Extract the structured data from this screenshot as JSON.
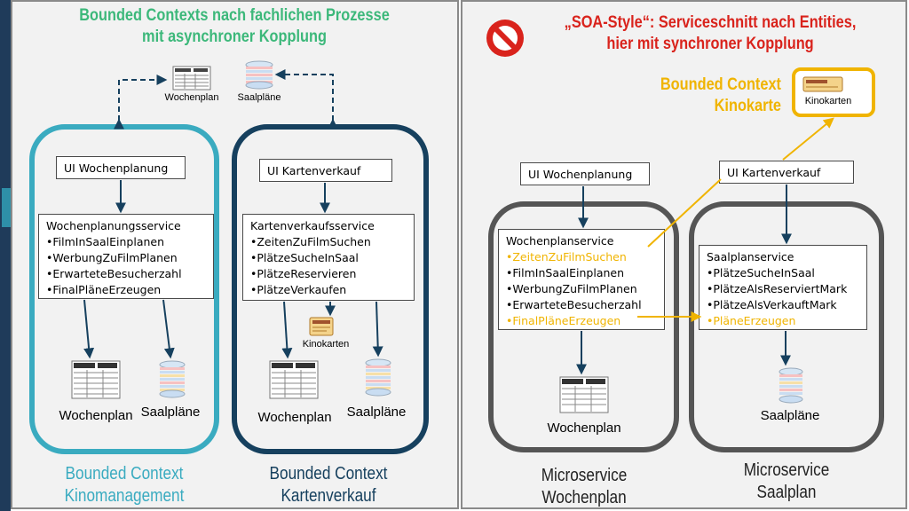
{
  "left": {
    "title_line1": "Bounded Contexts nach fachlichen Prozesse",
    "title_line2": "mit asynchroner Kopplung",
    "top_icons": {
      "plan_label": "Wochenplan",
      "disc_label": "Saalpläne"
    },
    "contexts": [
      {
        "ui": "UI Wochenplanung",
        "service_name": "Wochenplanungsservice",
        "items": [
          "•FilmInSaalEinplanen",
          "•WerbungZuFilmPlanen",
          "•ErwarteteBesucherzahl",
          "•FinalPläneErzeugen"
        ],
        "plan_label": "Wochenplan",
        "disc_label": "Saalpläne",
        "footer_line1": "Bounded Context",
        "footer_line2": "Kinomanagement"
      },
      {
        "ui": "UI Kartenverkauf",
        "service_name": "Kartenverkaufsservice",
        "items": [
          "•ZeitenZuFilmSuchen",
          "•PlätzeSucheInSaal",
          "•PlätzeReservieren",
          "•PlätzeVerkaufen"
        ],
        "ticket_label": "Kinokarten",
        "plan_label": "Wochenplan",
        "disc_label": "Saalpläne",
        "footer_line1": "Bounded Context",
        "footer_line2": "Kartenverkauf"
      }
    ]
  },
  "right": {
    "title_line1": "„SOA-Style“: Serviceschnitt nach Entities,",
    "title_line2": "hier mit synchroner Kopplung",
    "kinokarte_context": {
      "line1": "Bounded Context",
      "line2": "Kinokarte",
      "ticket_label": "Kinokarten"
    },
    "services": [
      {
        "ui": "UI Wochenplanung",
        "service_name": "Wochenplanservice",
        "items": [
          {
            "text": "•ZeitenZuFilmSuchen",
            "highlight": true
          },
          {
            "text": "•FilmInSaalEinplanen",
            "highlight": false
          },
          {
            "text": "•WerbungZuFilmPlanen",
            "highlight": false
          },
          {
            "text": "•ErwarteteBesucherzahl",
            "highlight": false
          },
          {
            "text": "•FinalPläneErzeugen",
            "highlight": true
          }
        ],
        "plan_label": "Wochenplan",
        "footer_line1": "Microservice",
        "footer_line2": "Wochenplan"
      },
      {
        "ui": "UI Kartenverkauf",
        "service_name": "Saalplanservice",
        "items": [
          {
            "text": "•PlätzeSucheInSaal",
            "highlight": false
          },
          {
            "text": "•PlätzeAlsReserviertMark",
            "highlight": false
          },
          {
            "text": "•PlätzeAlsVerkauftMark",
            "highlight": false
          },
          {
            "text": "•PläneErzeugen",
            "highlight": true
          }
        ],
        "disc_label": "Saalpläne",
        "footer_line1": "Microservice",
        "footer_line2": "Saalplan"
      }
    ]
  },
  "colors": {
    "green": "#3cb87a",
    "teal": "#3aabc0",
    "navy": "#16405e",
    "red": "#d9231c",
    "gold": "#f0b400",
    "grey": "#555555"
  },
  "icons": [
    "prohibited-icon",
    "schedule-document-icon",
    "stacked-discs-icon",
    "ticket-icon"
  ]
}
